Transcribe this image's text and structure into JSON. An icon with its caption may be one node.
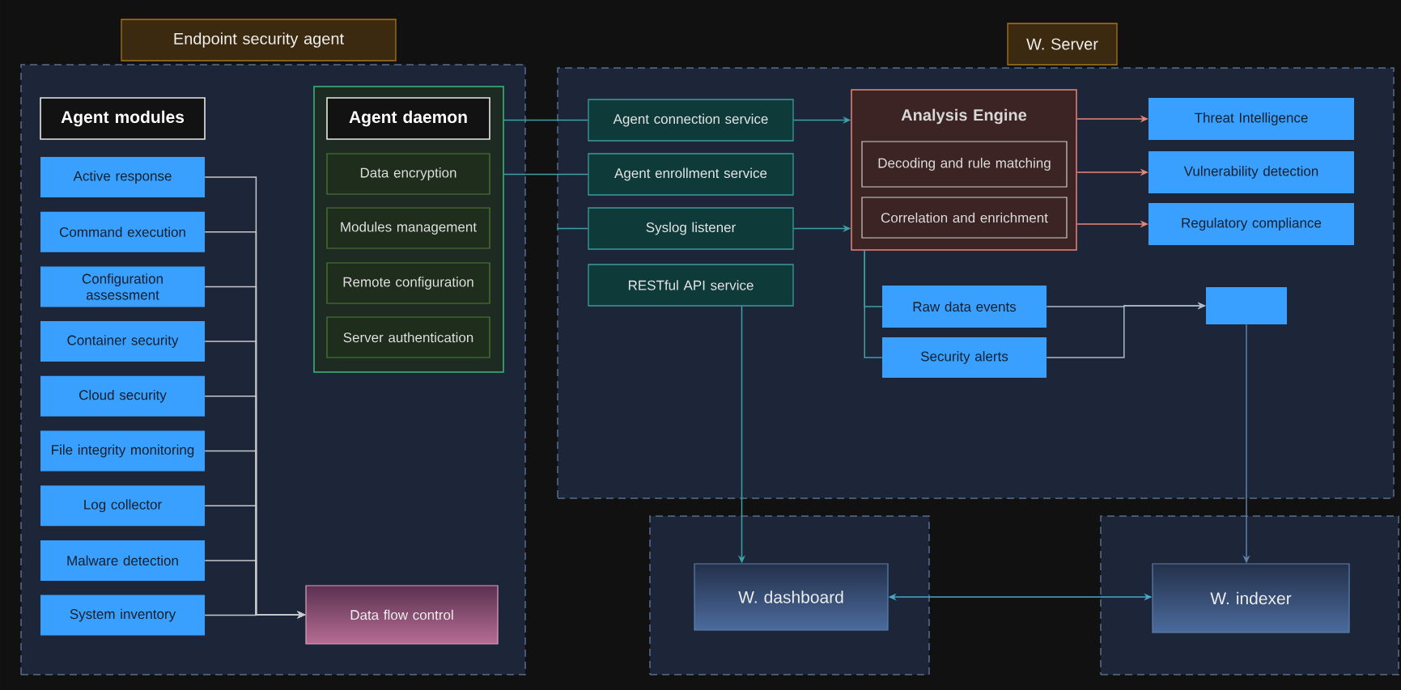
{
  "diagram": {
    "nodes": [
      {
        "text": [
          "Endpoint security agent"
        ]
      },
      {
        "text": [
          "Agent modules"
        ],
        "in": 0
      },
      {
        "text": [
          "Active response"
        ],
        "in": 0
      },
      {
        "text": [
          "Command execution"
        ],
        "in": 0
      },
      {
        "text": [
          "Configuration assessment"
        ],
        "in": 0
      },
      {
        "text": [
          "Container security"
        ],
        "in": 0
      },
      {
        "text": [
          "Cloud security"
        ],
        "in": 0
      },
      {
        "text": [
          "File integrity monitoring"
        ],
        "in": 0
      },
      {
        "text": [
          "Log collector"
        ],
        "in": 0
      },
      {
        "text": [
          "Malware detection"
        ],
        "in": 0
      },
      {
        "text": [
          "System inventory"
        ],
        "in": 0
      },
      {
        "text": [],
        "shape": "box",
        "in": 0
      },
      {
        "text": [
          "Agent daemon"
        ],
        "in": 11
      },
      {
        "text": [
          "Data encryption"
        ],
        "in": 11
      },
      {
        "text": [
          "Modules management"
        ],
        "in": 11
      },
      {
        "text": [
          "Remote configuration"
        ],
        "in": 11
      },
      {
        "text": [
          "Server authentication"
        ],
        "in": 11
      },
      {
        "text": [
          "Data flow control"
        ],
        "in": 0
      },
      {
        "text": [
          "W. Server"
        ]
      },
      {
        "text": [
          "Agent connection service"
        ],
        "in": 18
      },
      {
        "text": [
          "Agent enrollment service"
        ],
        "in": 18
      },
      {
        "text": [
          "Syslog listener"
        ],
        "in": 18
      },
      {
        "text": [
          "RESTful API service"
        ],
        "in": 18
      },
      {
        "text": [
          "Analysis Engine"
        ],
        "in": 18
      },
      {
        "text": [
          "Decoding and rule matching"
        ],
        "in": 23
      },
      {
        "text": [
          "Correlation and enrichment"
        ],
        "in": 23
      },
      {
        "text": [
          "Threat Intelligence"
        ],
        "in": 18
      },
      {
        "text": [
          "Vulnerability detection"
        ],
        "in": 18
      },
      {
        "text": [
          "Regulatory compliance"
        ],
        "in": 18
      },
      {
        "text": [
          "Raw data events"
        ],
        "in": 18
      },
      {
        "text": [
          "Security alerts"
        ],
        "in": 18
      },
      {
        "text": [],
        "shape": "box",
        "in": 18
      },
      {
        "text": [],
        "shape": "box"
      },
      {
        "text": [
          "W. dashboard"
        ],
        "in": 32
      },
      {
        "text": [],
        "shape": "box"
      },
      {
        "text": [
          "W. indexer"
        ],
        "in": 34
      }
    ],
    "edges": [
      {
        "from": 2,
        "to": 17,
        "arrow": "to"
      },
      {
        "from": 3,
        "to": 17,
        "arrow": "to"
      },
      {
        "from": 4,
        "to": 17,
        "arrow": "to"
      },
      {
        "from": 5,
        "to": 17,
        "arrow": "to"
      },
      {
        "from": 6,
        "to": 17,
        "arrow": "to"
      },
      {
        "from": 7,
        "to": 17,
        "arrow": "to"
      },
      {
        "from": 8,
        "to": 17,
        "arrow": "to"
      },
      {
        "from": 9,
        "to": 17,
        "arrow": "to"
      },
      {
        "from": 10,
        "to": 17,
        "arrow": "to"
      },
      {
        "from": 11,
        "to": 19,
        "arrow": "none",
        "color": "#3fa0a8"
      },
      {
        "from": 11,
        "to": 20,
        "arrow": "none",
        "color": "#3fa0a8"
      },
      {
        "from": null,
        "to": 21,
        "arrow": "none",
        "color": "#3fa0a8"
      },
      {
        "from": 19,
        "to": 23,
        "arrow": "to",
        "color": "#3fa0a8"
      },
      {
        "from": 21,
        "to": 23,
        "arrow": "to",
        "color": "#3fa0a8"
      },
      {
        "from": 22,
        "to": 33,
        "arrow": "to",
        "color": "#3fa0a8"
      },
      {
        "from": 23,
        "to": 26,
        "arrow": "to",
        "color": "#e8877a"
      },
      {
        "from": 23,
        "to": 27,
        "arrow": "to",
        "color": "#e8877a"
      },
      {
        "from": 23,
        "to": 28,
        "arrow": "to",
        "color": "#e8877a"
      },
      {
        "from": 23,
        "to": 29,
        "arrow": "none",
        "color": "#3fa0a8"
      },
      {
        "from": 23,
        "to": 30,
        "arrow": "none",
        "color": "#3fa0a8"
      },
      {
        "from": 29,
        "to": 31,
        "arrow": "to",
        "color": "#a9bccb"
      },
      {
        "from": 30,
        "to": 31,
        "arrow": "to",
        "color": "#a9bccb"
      },
      {
        "from": 31,
        "to": 35,
        "arrow": "to",
        "color": "#5f82ad"
      },
      {
        "from": 33,
        "to": 35,
        "arrow": "both",
        "color": "#4aa8c8"
      }
    ]
  }
}
